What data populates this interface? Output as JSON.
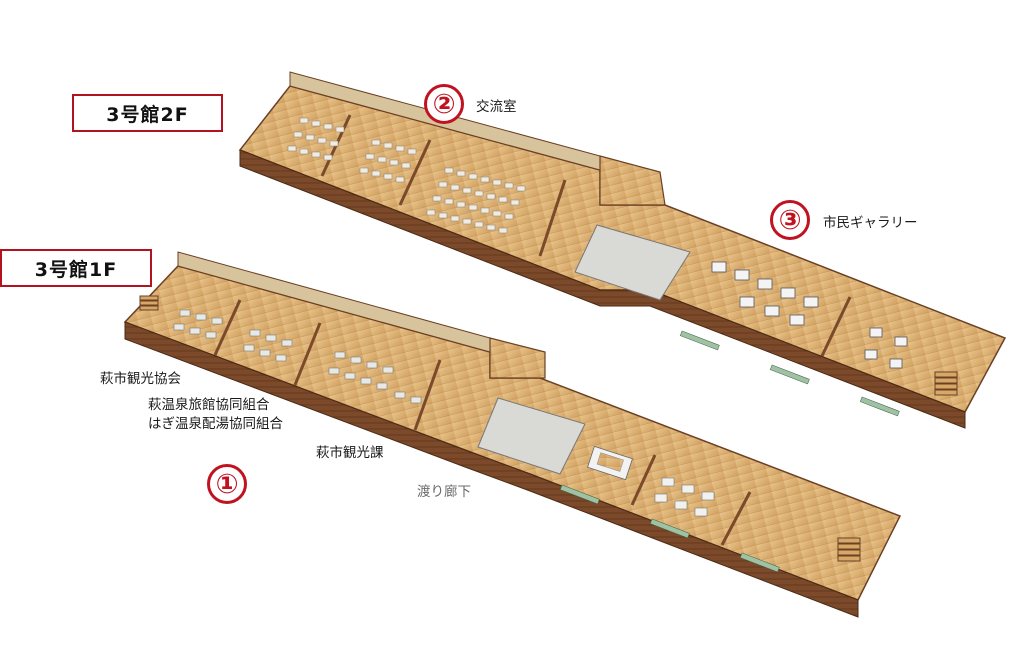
{
  "floors": {
    "upper": {
      "badge": "3号館2F"
    },
    "lower": {
      "badge": "3号館1F"
    }
  },
  "markers": [
    {
      "num": "①"
    },
    {
      "num": "②",
      "label": "交流室"
    },
    {
      "num": "③",
      "label": "市民ギャラリー"
    }
  ],
  "labels": {
    "kanko_kyokai": "萩市観光協会",
    "ryokan_kumiai": "萩温泉旅館協同組合",
    "haito_kumiai": "はぎ温泉配湯協同組合",
    "kanko_ka": "萩市観光課",
    "watari_roka": "渡り廊下"
  },
  "colors": {
    "wall_outer": "#7a4a2a",
    "wall_top": "#d9c7a0",
    "floor_wood": "#e0b676",
    "floor_wood_dark": "#c89457",
    "corridor": "#d9d9d6",
    "accent_red": "#c0121f"
  }
}
